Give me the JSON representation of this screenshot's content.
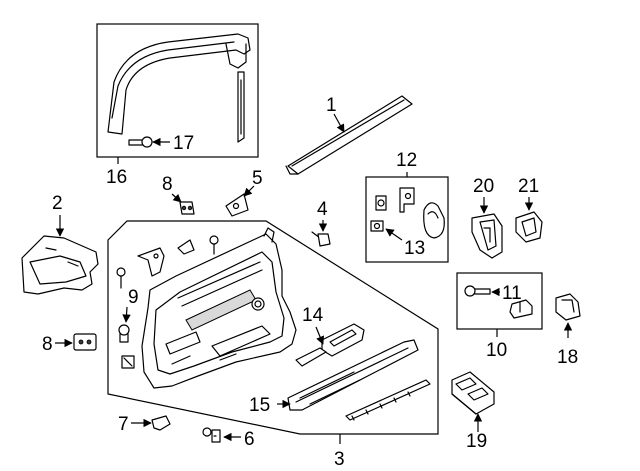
{
  "callouts": {
    "c1": "1",
    "c2": "2",
    "c3": "3",
    "c4": "4",
    "c5": "5",
    "c6": "6",
    "c7": "7",
    "c8a": "8",
    "c8b": "8",
    "c9": "9",
    "c10": "10",
    "c11": "11",
    "c12": "12",
    "c13": "13",
    "c14": "14",
    "c15": "15",
    "c16": "16",
    "c17": "17",
    "c18": "18",
    "c19": "19",
    "c20": "20",
    "c21": "21"
  }
}
